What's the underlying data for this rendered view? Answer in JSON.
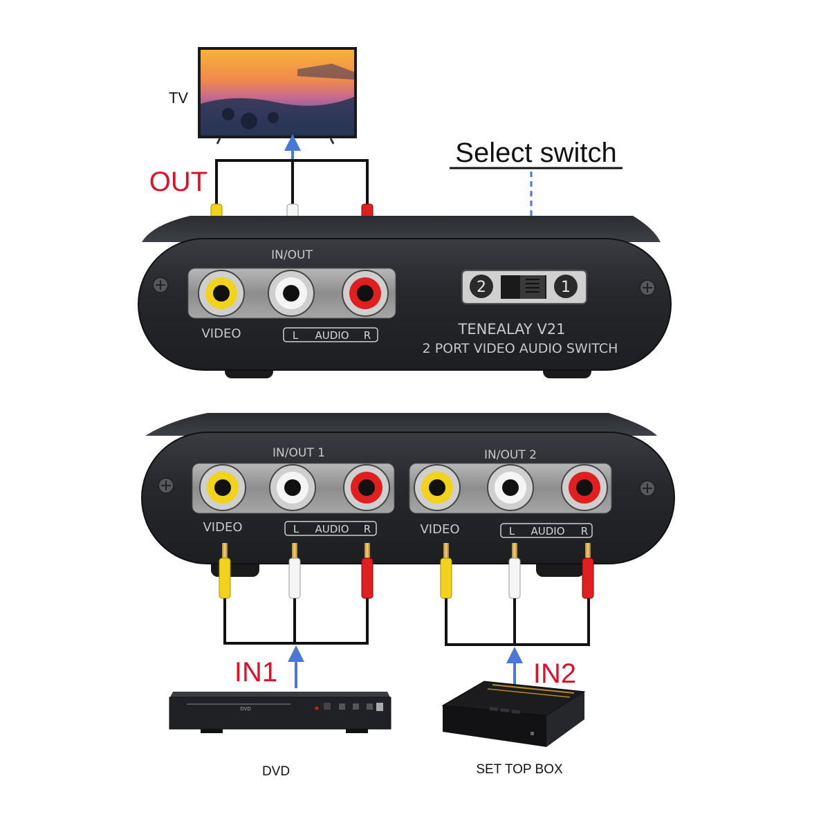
{
  "labels": {
    "tv": "TV",
    "out": "OUT",
    "select_switch": "Select switch",
    "in1": "IN1",
    "in2": "IN2",
    "dvd": "DVD",
    "set_top_box": "SET TOP BOX"
  },
  "top_panel": {
    "port_group_label": "IN/OUT",
    "video_label": "VIDEO",
    "audio_l": "L",
    "audio_label": "AUDIO",
    "audio_r": "R",
    "switch_pos_2": "2",
    "switch_pos_1": "1",
    "brand": "TENEALAY V21",
    "product": "2 PORT VIDEO AUDIO SWITCH"
  },
  "bottom_panel": {
    "port_group_1": "IN/OUT 1",
    "port_group_2": "IN/OUT 2",
    "video_label": "VIDEO",
    "audio_l": "L",
    "audio_label": "AUDIO",
    "audio_r": "R"
  },
  "dvd_logo": "DVD",
  "colors": {
    "label_red": "#e0102a",
    "arrow_blue": "#4a78d8",
    "device_body": "#2b2d31",
    "video_jack": "#f2d21a",
    "audio_left_jack": "#f5f5f5",
    "audio_right_jack": "#e02020"
  }
}
